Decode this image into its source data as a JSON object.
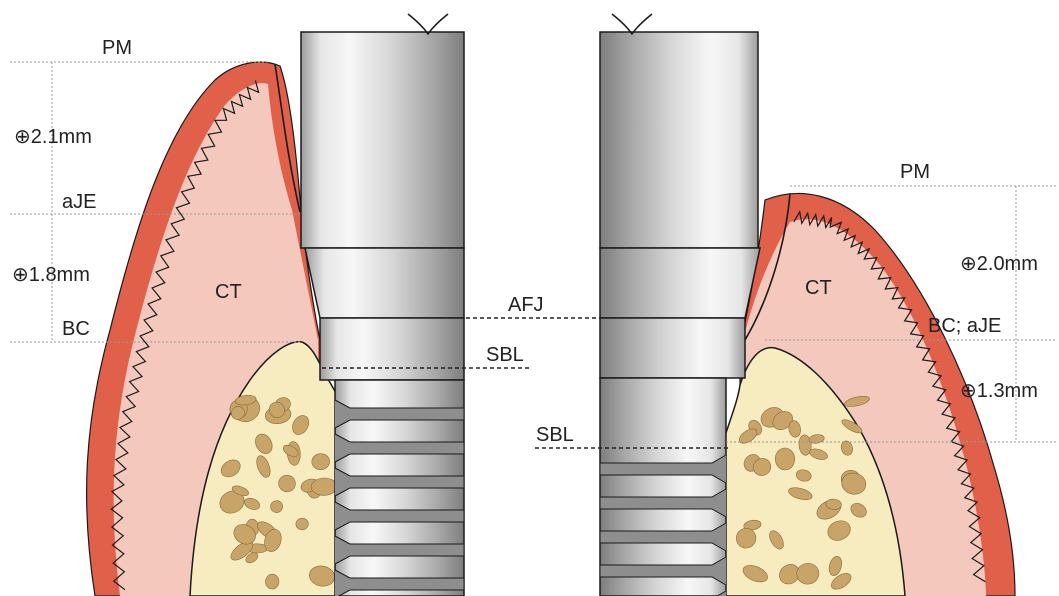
{
  "colors": {
    "background": "#ffffff",
    "epithelium": "#e0604a",
    "connective_tissue": "#f4c8bd",
    "bone": "#f6ecc0",
    "bone_pores": "#c9a468",
    "implant_light": "#f2f2f2",
    "implant_dark": "#8a8a8a",
    "outline": "#1a1a1a",
    "dimension_line": "#999999",
    "dashed_line": "#222222"
  },
  "left": {
    "pm": "PM",
    "dim_upper": "⊕2.1mm",
    "aje": "aJE",
    "dim_lower": "⊕1.8mm",
    "bc": "BC",
    "ct": "CT"
  },
  "center": {
    "afj": "AFJ",
    "sbl_upper": "SBL",
    "sbl_lower": "SBL"
  },
  "right": {
    "pm": "PM",
    "dim_upper": "⊕2.0mm",
    "ct": "CT",
    "bc_aje": "BC; aJE",
    "dim_lower": "⊕1.3mm"
  }
}
